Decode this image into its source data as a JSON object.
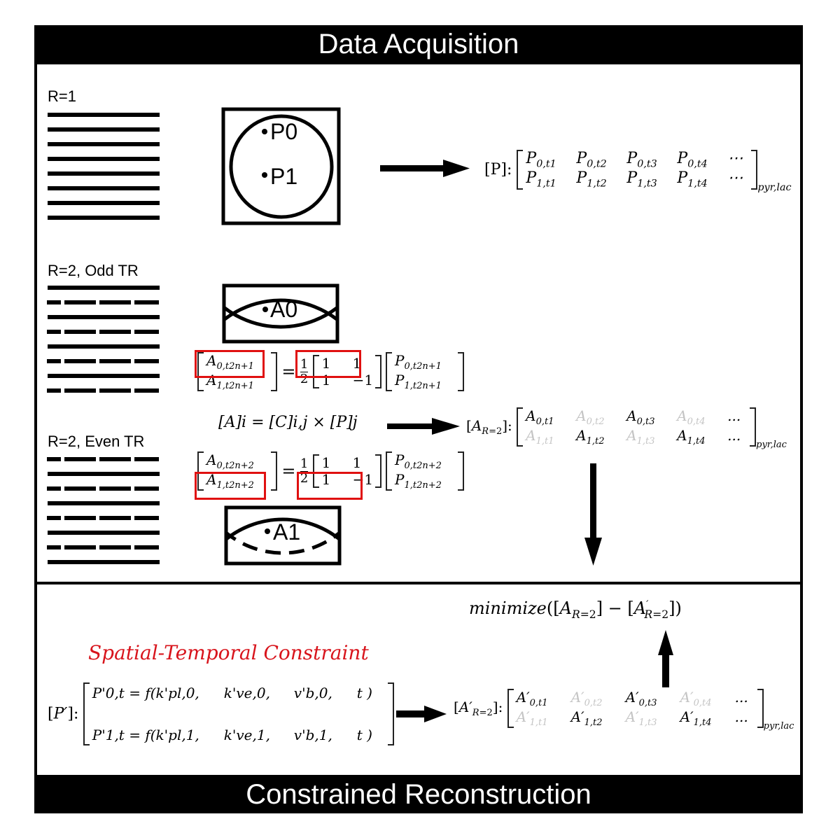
{
  "header": {
    "title": "Data Acquisition"
  },
  "footer": {
    "title": "Constrained Reconstruction"
  },
  "acquisition": {
    "r1": {
      "label": "R=1",
      "phantom_points": [
        "P0",
        "P1"
      ]
    },
    "r2_odd": {
      "label": "R=2, Odd TR",
      "phantom_point": "A0"
    },
    "r2_even": {
      "label": "R=2, Even TR",
      "phantom_point": "A1"
    }
  },
  "equations": {
    "P_matrix": {
      "lhs": "[P]:",
      "row0": [
        "P0,t1",
        "P0,t2",
        "P0,t3",
        "P0,t4",
        "⋯"
      ],
      "row1": [
        "P1,t1",
        "P1,t2",
        "P1,t3",
        "P1,t4",
        "⋯"
      ],
      "subscript": "pyr,lac"
    },
    "odd_tr": {
      "lhs_rows": [
        "A0,t2n+1",
        "A1,t2n+1"
      ],
      "coef": "1/2",
      "matrix_rows": [
        [
          "1",
          "1"
        ],
        [
          "1",
          "−1"
        ]
      ],
      "rhs_rows": [
        "P0,t2n+1",
        "P1,t2n+1"
      ],
      "highlighted": [
        "lhs row 0",
        "matrix row 0"
      ]
    },
    "general": "[A]i = [C]i,j × [P]j",
    "even_tr": {
      "lhs_rows": [
        "A0,t2n+2",
        "A1,t2n+2"
      ],
      "coef": "1/2",
      "matrix_rows": [
        [
          "1",
          "1"
        ],
        [
          "1",
          "−1"
        ]
      ],
      "rhs_rows": [
        "P0,t2n+2",
        "P1,t2n+2"
      ],
      "highlighted": [
        "lhs row 1",
        "matrix row 1"
      ]
    },
    "A_R2_matrix": {
      "lhs": "[A_R=2]:",
      "row0": [
        {
          "text": "A0,t1",
          "sampled": true
        },
        {
          "text": "A0,t2",
          "sampled": false
        },
        {
          "text": "A0,t3",
          "sampled": true
        },
        {
          "text": "A0,t4",
          "sampled": false
        },
        {
          "text": "...",
          "sampled": true
        }
      ],
      "row1": [
        {
          "text": "A1,t1",
          "sampled": false
        },
        {
          "text": "A1,t2",
          "sampled": true
        },
        {
          "text": "A1,t3",
          "sampled": false
        },
        {
          "text": "A1,t4",
          "sampled": true
        },
        {
          "text": "...",
          "sampled": true
        }
      ],
      "subscript": "pyr,lac"
    },
    "minimize": "minimize([A_R=2] − [A'_R=2])",
    "constraint_title": "Spatial-Temporal Constraint",
    "P_prime": {
      "lhs": "[P']:",
      "row0": [
        "P'0,t = f(k'pl,0,",
        "k've,0,",
        "v'b,0,",
        "t )"
      ],
      "row1": [
        "P'1,t = f(k'pl,1,",
        "k've,1,",
        "v'b,1,",
        "t )"
      ]
    },
    "A_prime_R2_matrix": {
      "lhs": "[A'_R=2]:",
      "row0": [
        {
          "text": "A'0,t1",
          "sampled": true
        },
        {
          "text": "A'0,t2",
          "sampled": false
        },
        {
          "text": "A'0,t3",
          "sampled": true
        },
        {
          "text": "A'0,t4",
          "sampled": false
        },
        {
          "text": "...",
          "sampled": true
        }
      ],
      "row1": [
        {
          "text": "A'1,t1",
          "sampled": false
        },
        {
          "text": "A'1,t2",
          "sampled": true
        },
        {
          "text": "A'1,t3",
          "sampled": false
        },
        {
          "text": "A'1,t4",
          "sampled": true
        },
        {
          "text": "...",
          "sampled": true
        }
      ],
      "subscript": "pyr,lac"
    }
  },
  "colors": {
    "frame": "#000000",
    "highlight_box": "#e01010",
    "constraint_text": "#d8141c",
    "unsampled_entry": "#c4c4c4"
  }
}
